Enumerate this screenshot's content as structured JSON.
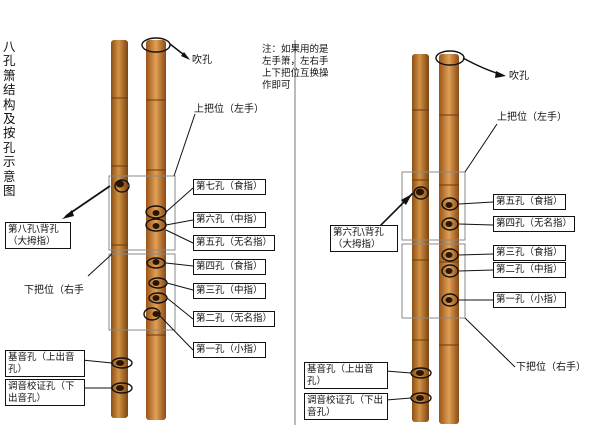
{
  "title": "八孔箫结构及按孔示意图",
  "note": "注：如果用的是左手箫，左右手上下把位互换操作即可",
  "colors": {
    "bamboo_left_a": "#b9742a",
    "bamboo_left_b": "#d08a3c",
    "bamboo_right_a": "#b8772d",
    "bamboo_right_b": "#cf8c42",
    "line": "#111111",
    "frame": "#888888"
  },
  "left": {
    "blow_hole": "吹孔",
    "upper_position": "上把位（左手）",
    "lower_position": "下把位（右手",
    "hole7": "第七孔（食指）",
    "hole6": "第六孔（中指）",
    "hole5": "第五孔（无名指）",
    "hole4": "第四孔（食指）",
    "hole3": "第三孔（中指）",
    "hole2": "第二孔（无名指）",
    "hole1": "第一孔（小指）",
    "back_hole": "第八孔\\背孔（大拇指）",
    "base_hole": "基音孔（上出音孔）",
    "tuning_hole": "调音校证孔（下出音孔）"
  },
  "right": {
    "blow_hole": "吹孔",
    "upper_position": "上把位（左手）",
    "lower_position": "下把位（右手）",
    "hole5": "第五孔（食指）",
    "hole4": "第四孔（无名指）",
    "hole3": "第三孔（食指）",
    "hole2": "第二孔（中指）",
    "hole1": "第一孔（小指）",
    "back_hole": "第六孔\\背孔（大拇指）",
    "base_hole": "基音孔（上出音孔）",
    "tuning_hole": "调音校证孔（下出音孔）"
  }
}
